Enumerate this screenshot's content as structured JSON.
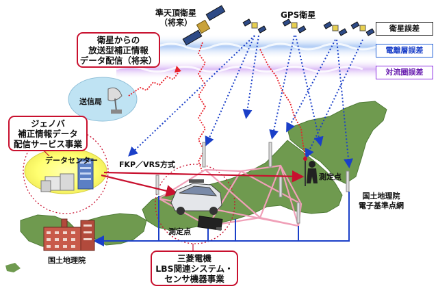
{
  "satellites": {
    "qzs_line1": "準天頂衛星",
    "qzs_line2": "（将来）",
    "gps_label": "GPS衛星"
  },
  "legend": {
    "items": [
      {
        "label": "衛星誤差",
        "color": "#222222"
      },
      {
        "label": "電離層誤差",
        "color": "#1f5fd6"
      },
      {
        "label": "対流圏誤差",
        "color": "#8a2be2"
      }
    ]
  },
  "callouts": {
    "broadcast": {
      "line1": "衛星からの",
      "line2": "放送型補正情報",
      "line3": "データ配信（将来）"
    },
    "jenoba": {
      "line1": "ジェノバ",
      "line2": "補正情報データ",
      "line3": "配信サービス事業"
    },
    "mitsubishi": {
      "line1": "三菱電機",
      "line2": "LBS関連システム・",
      "line3": "センサ機器事業"
    }
  },
  "labels": {
    "station": "送信局",
    "data_center": "データセンター",
    "fkp_vrs": "FKP／VRS方式",
    "survey_point_right": "測定点",
    "survey_point_car": "測定点",
    "gsi_network_line1": "国土地理院",
    "gsi_network_line2": "電子基準点網",
    "gsi_building": "国土地理院"
  },
  "colors": {
    "accent_red": "#c8102e",
    "network_blue": "#1a3fc8",
    "signal_red": "#e8202a",
    "land_green": "#6f9a4f"
  }
}
